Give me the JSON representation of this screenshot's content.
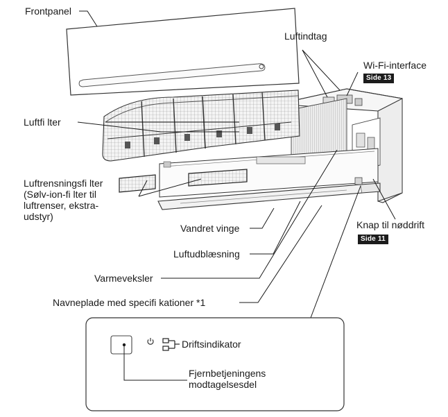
{
  "labels": {
    "frontpanel": "Frontpanel",
    "luftindtag": "Luftindtag",
    "wifi": "Wi-Fi-interface",
    "wifi_ref": "Side 13",
    "luftfilter": "Luftfi lter",
    "luftrensning_1": "Luftrensningsfi lter",
    "luftrensning_2": "(Sølv-ion-fi lter til",
    "luftrensning_3": "luftrenser, ekstra-",
    "luftrensning_4": "udstyr)",
    "vandret_vinge": "Vandret vinge",
    "knap": "Knap til nøddrift",
    "knap_ref": "Side 11",
    "luftudblaesning": "Luftudblæsning",
    "varmeveksler": "Varmeveksler",
    "navneplade": "Navneplade med specifi kationer *1",
    "driftsindikator": "Driftsindikator",
    "fjern_1": "Fjernbetjeningens",
    "fjern_2": "modtagelsesdel"
  },
  "icons": [
    "power-icon",
    "indicator-lamp-icon"
  ]
}
